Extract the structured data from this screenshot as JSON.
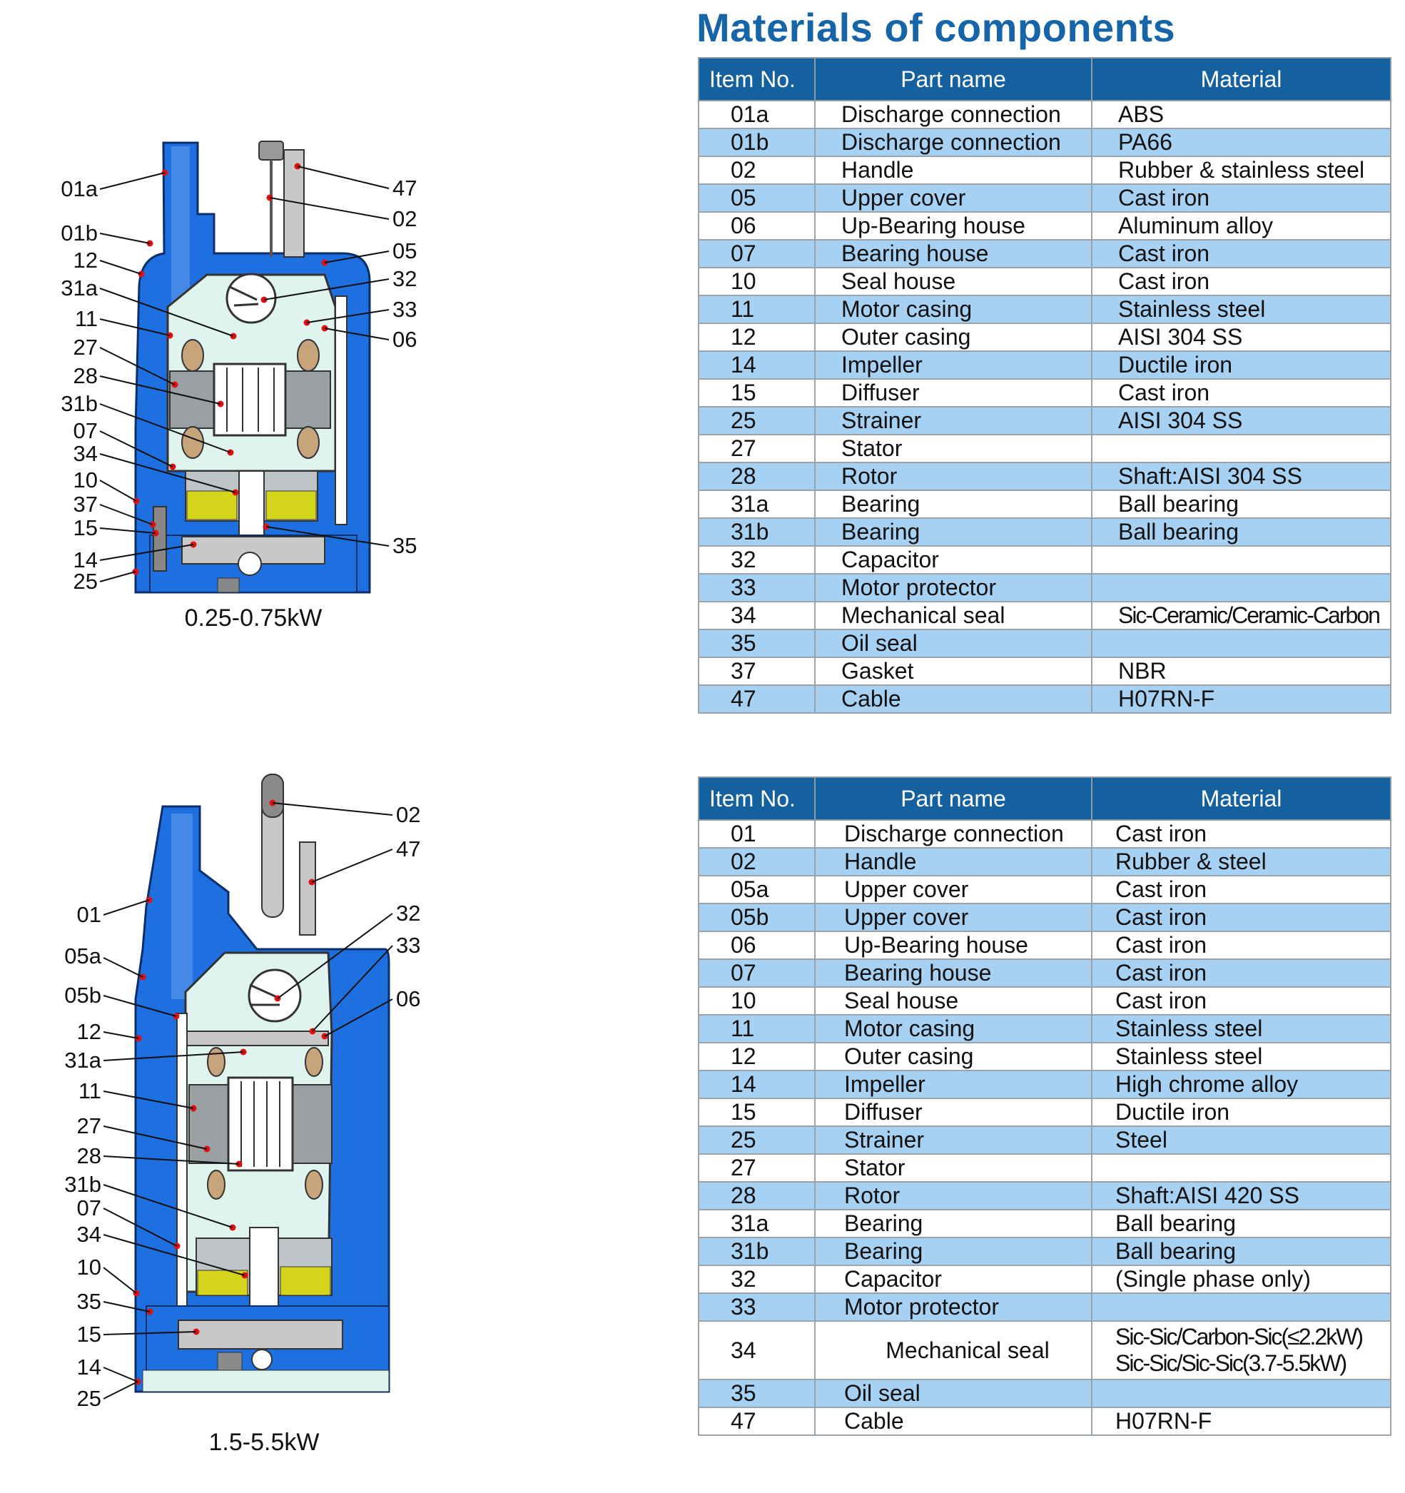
{
  "title": "Materials of components",
  "headers": {
    "item_no": "Item No.",
    "part_name": "Part name",
    "material": "Material"
  },
  "diagram1": {
    "caption": "0.25-0.75kW",
    "labels_left": [
      "01a",
      "01b",
      "12",
      "31a",
      "11",
      "27",
      "28",
      "31b",
      "07",
      "34",
      "10",
      "37",
      "15",
      "14",
      "25"
    ],
    "labels_right": [
      "47",
      "02",
      "05",
      "32",
      "33",
      "06",
      "35"
    ]
  },
  "diagram2": {
    "caption": "1.5-5.5kW",
    "labels_left": [
      "01",
      "05a",
      "05b",
      "12",
      "31a",
      "11",
      "27",
      "28",
      "31b",
      "07",
      "34",
      "10",
      "35",
      "15",
      "14",
      "25"
    ],
    "labels_right": [
      "02",
      "47",
      "32",
      "33",
      "06"
    ]
  },
  "table1": [
    {
      "no": "01a",
      "part": "Discharge connection",
      "material": "ABS"
    },
    {
      "no": "01b",
      "part": "Discharge connection",
      "material": "PA66"
    },
    {
      "no": "02",
      "part": "Handle",
      "material": "Rubber & stainless steel"
    },
    {
      "no": "05",
      "part": "Upper cover",
      "material": "Cast iron"
    },
    {
      "no": "06",
      "part": "Up-Bearing house",
      "material": "Aluminum alloy"
    },
    {
      "no": "07",
      "part": "Bearing house",
      "material": "Cast iron"
    },
    {
      "no": "10",
      "part": "Seal house",
      "material": "Cast iron"
    },
    {
      "no": "11",
      "part": "Motor casing",
      "material": "Stainless steel"
    },
    {
      "no": "12",
      "part": "Outer casing",
      "material": "AISI 304 SS"
    },
    {
      "no": "14",
      "part": "Impeller",
      "material": "Ductile iron"
    },
    {
      "no": "15",
      "part": "Diffuser",
      "material": "Cast iron"
    },
    {
      "no": "25",
      "part": "Strainer",
      "material": "AISI 304 SS"
    },
    {
      "no": "27",
      "part": "Stator",
      "material": ""
    },
    {
      "no": "28",
      "part": "Rotor",
      "material": "Shaft:AISI 304 SS"
    },
    {
      "no": "31a",
      "part": "Bearing",
      "material": "Ball bearing"
    },
    {
      "no": "31b",
      "part": "Bearing",
      "material": "Ball bearing"
    },
    {
      "no": "32",
      "part": "Capacitor",
      "material": ""
    },
    {
      "no": "33",
      "part": "Motor protector",
      "material": ""
    },
    {
      "no": "34",
      "part": "Mechanical seal",
      "material": "Sic-Ceramic/Ceramic-Carbon"
    },
    {
      "no": "35",
      "part": "Oil seal",
      "material": ""
    },
    {
      "no": "37",
      "part": "Gasket",
      "material": "NBR"
    },
    {
      "no": "47",
      "part": "Cable",
      "material": "H07RN-F"
    }
  ],
  "table2": [
    {
      "no": "01",
      "part": "Discharge connection",
      "material": "Cast iron"
    },
    {
      "no": "02",
      "part": "Handle",
      "material": "Rubber & steel"
    },
    {
      "no": "05a",
      "part": "Upper cover",
      "material": "Cast iron"
    },
    {
      "no": "05b",
      "part": "Upper cover",
      "material": "Cast iron"
    },
    {
      "no": "06",
      "part": "Up-Bearing house",
      "material": "Cast iron"
    },
    {
      "no": "07",
      "part": "Bearing house",
      "material": "Cast iron"
    },
    {
      "no": "10",
      "part": "Seal house",
      "material": "Cast iron"
    },
    {
      "no": "11",
      "part": "Motor casing",
      "material": "Stainless steel"
    },
    {
      "no": "12",
      "part": "Outer casing",
      "material": "Stainless steel"
    },
    {
      "no": "14",
      "part": "Impeller",
      "material": "High chrome alloy"
    },
    {
      "no": "15",
      "part": "Diffuser",
      "material": "Ductile iron"
    },
    {
      "no": "25",
      "part": "Strainer",
      "material": "Steel"
    },
    {
      "no": "27",
      "part": "Stator",
      "material": ""
    },
    {
      "no": "28",
      "part": "Rotor",
      "material": "Shaft:AISI 420 SS"
    },
    {
      "no": "31a",
      "part": "Bearing",
      "material": "Ball bearing"
    },
    {
      "no": "31b",
      "part": "Bearing",
      "material": "Ball bearing"
    },
    {
      "no": "32",
      "part": "Capacitor",
      "material": "(Single phase only)"
    },
    {
      "no": "33",
      "part": "Motor protector",
      "material": ""
    },
    {
      "no": "34",
      "part": "Mechanical seal",
      "material": "Sic-Sic/Carbon-Sic(≤2.2kW)",
      "material_2": "Sic-Sic/Sic-Sic(3.7-5.5kW)"
    },
    {
      "no": "35",
      "part": "Oil seal",
      "material": ""
    },
    {
      "no": "47",
      "part": "Cable",
      "material": "H07RN-F"
    }
  ],
  "colors": {
    "header_blue": "#15619f",
    "row_blue": "#a7d1f2",
    "title_blue": "#1565a8",
    "body_blue": "#1e6fe0",
    "motor_mint": "#dff4ee",
    "oil_yellow": "#d4d41a",
    "marker_red": "#e01010"
  }
}
